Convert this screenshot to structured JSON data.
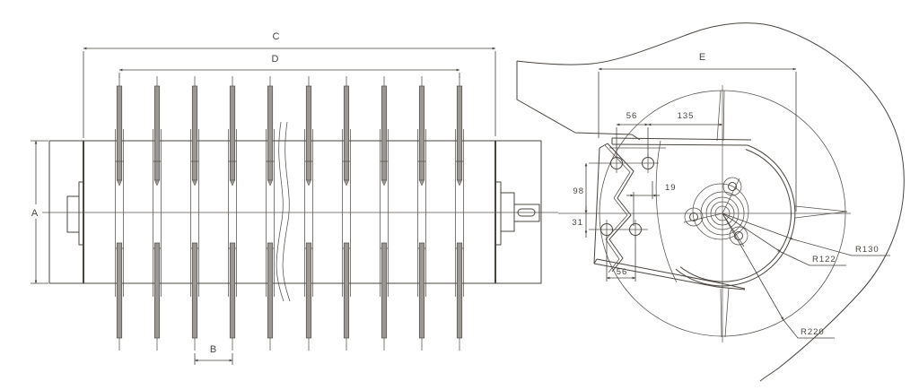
{
  "drawing": {
    "labels": {
      "A": "A",
      "B": "B",
      "C": "C",
      "D": "D",
      "E": "E"
    },
    "dims": {
      "top_spacing": "56",
      "top_to_center": "135",
      "upper_offset": "98",
      "lower_offset": "31",
      "hole_offset": "19",
      "bottom_spacing": "56"
    },
    "radii": {
      "housing_inner": "R122",
      "housing_outer": "R130",
      "tip_circle": "R220"
    },
    "colors": {
      "line": "#4A443E",
      "blade_fill": "#9B9793",
      "background": "#FFFFFF"
    }
  }
}
